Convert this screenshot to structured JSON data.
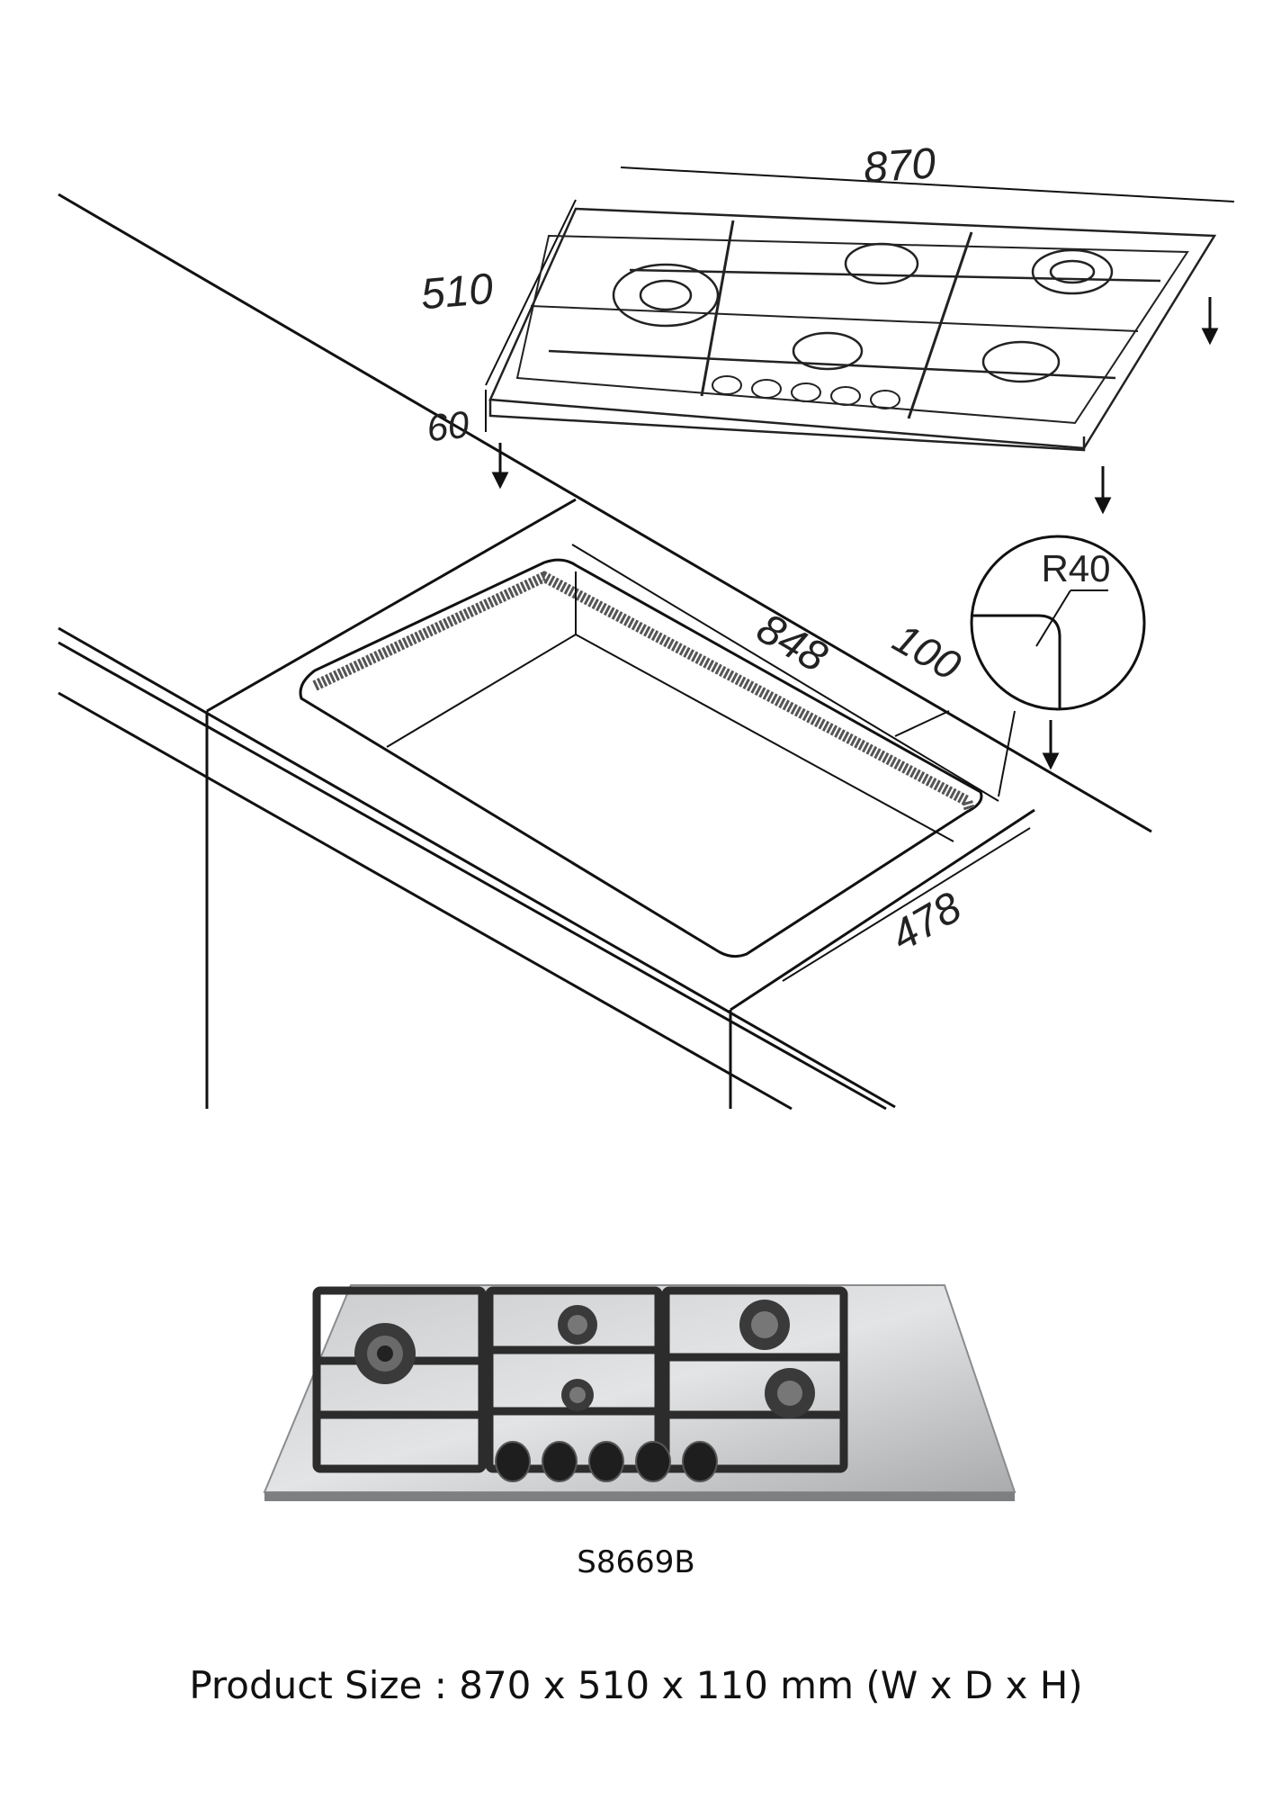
{
  "diagram": {
    "dimensions": {
      "hob_width": "870",
      "hob_depth": "510",
      "hob_height": "60",
      "cutout_width": "848",
      "cutout_depth": "478",
      "back_clearance": "100",
      "corner_radius": "R40"
    }
  },
  "product": {
    "model": "S8669B",
    "size": "Product Size : 870 x 510 x 110 mm (W x D x H)"
  }
}
